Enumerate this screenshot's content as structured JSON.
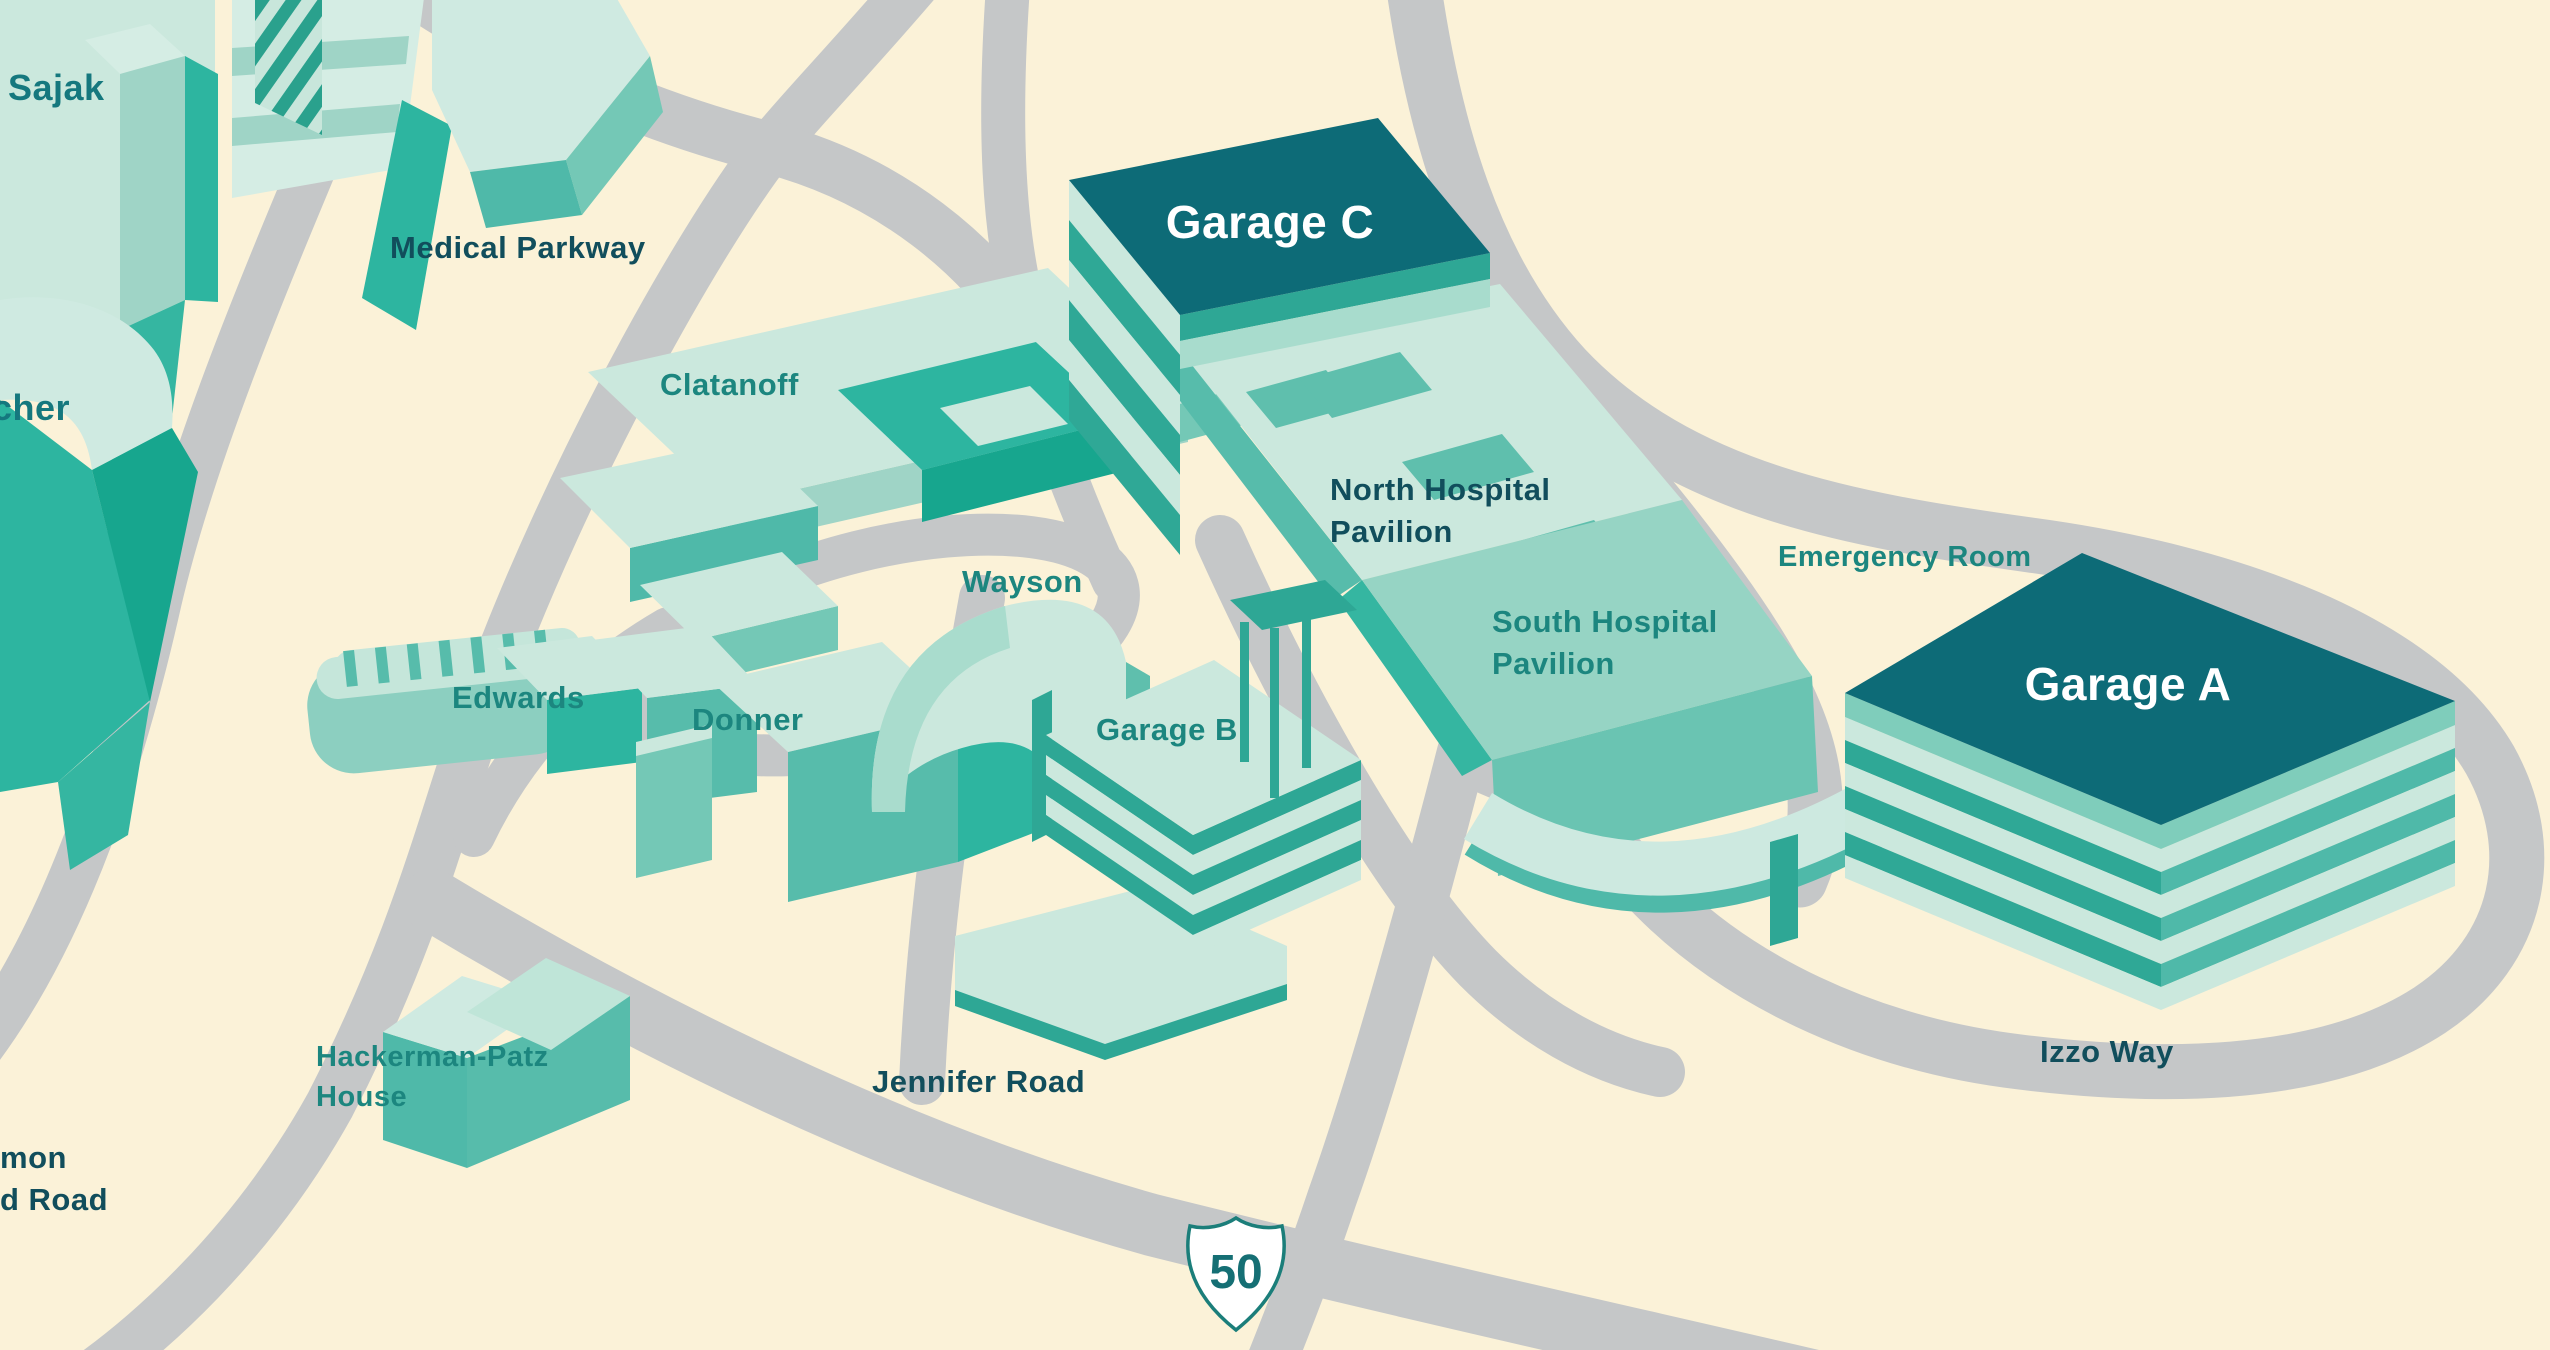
{
  "labels": {
    "sajak": "Sajak",
    "belcher_partial": "cher",
    "medical_parkway": "Medical Parkway",
    "clatanoff": "Clatanoff",
    "garage_c": "Garage C",
    "north_hospital_line1": "North Hospital",
    "north_hospital_line2": "Pavilion",
    "wayson": "Wayson",
    "emergency_room": "Emergency Room",
    "south_hospital_line1": "South Hospital",
    "south_hospital_line2": "Pavilion",
    "garage_a": "Garage A",
    "edwards": "Edwards",
    "donner": "Donner",
    "garage_b": "Garage B",
    "hackerman_line1": "Hackerman-Patz",
    "hackerman_line2": "House",
    "jennifer_road": "Jennifer Road",
    "izzo_way": "Izzo Way",
    "solomons_line1": "mon",
    "solomons_line2": "d Road",
    "route_shield": "50"
  },
  "colors": {
    "background": "#FBF2D8",
    "road": "#C5C7C8",
    "building_light": "#CBE8DD",
    "building_medium": "#74C8B6",
    "building_bright": "#2DB5A0",
    "stripe_deep": "#2FA896",
    "garage_roof_dark": "#0D6B77",
    "label_dark": "#114E5C",
    "label_teal": "#1C867F",
    "label_white": "#FFFFFF",
    "shield_border": "#1B7E7A"
  }
}
